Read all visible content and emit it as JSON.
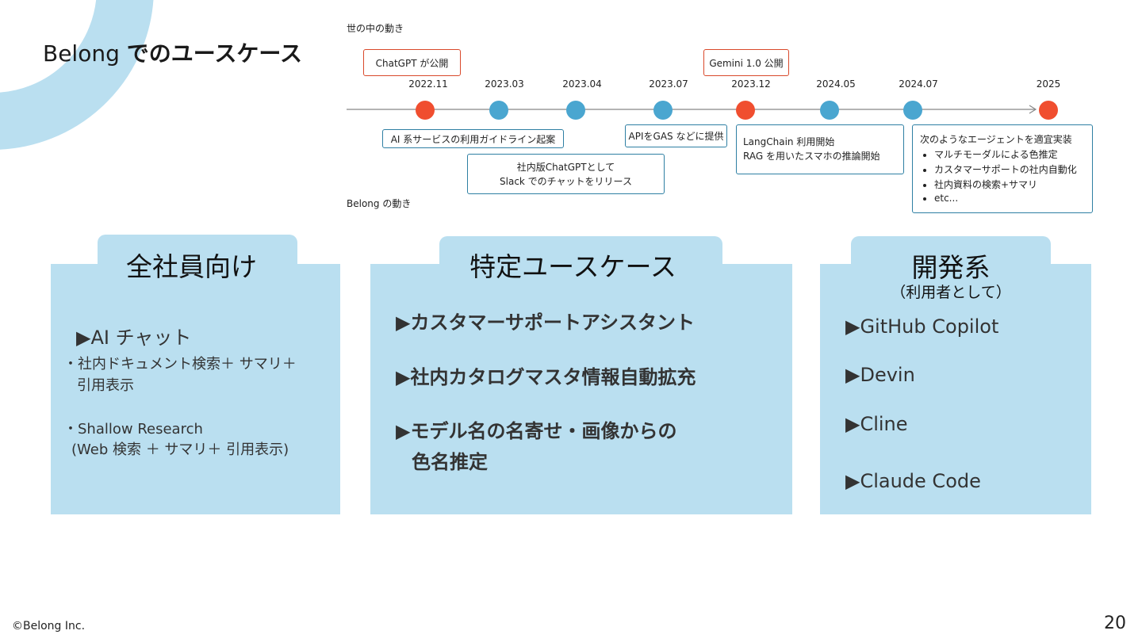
{
  "title": {
    "latin": "Belong",
    "jp": "でのユースケース"
  },
  "timeline": {
    "world_label": "世の中の動き",
    "belong_label": "Belong の動き",
    "dates": [
      "2022.11",
      "2023.03",
      "2023.04",
      "2023.07",
      "2023.12",
      "2024.05",
      "2024.07",
      "2025"
    ],
    "world_events": [
      "ChatGPT が公開",
      "Gemini 1.0 公開"
    ],
    "belong_events": {
      "guideline": "AI 系サービスの利用ガイドライン起案",
      "internal_gpt": [
        "社内版ChatGPTとして",
        "Slack でのチャットをリリース"
      ],
      "gas": "APIをGAS などに提供",
      "langchain": [
        "LangChain 利用開始",
        "RAG を用いたスマホの推論開始"
      ],
      "agents": {
        "heading": "次のようなエージェントを適宜実装",
        "items": [
          "マルチモーダルによる色推定",
          "カスタマーサポートの社内自動化",
          "社内資料の検索+サマリ",
          "etc..."
        ]
      }
    },
    "colors": {
      "world": "#f04e2f",
      "belong": "#4aa6d0"
    }
  },
  "cards": {
    "all": {
      "title": "全社員向け",
      "main": "▶AI チャット",
      "sub1": [
        "・社内ドキュメント検索＋ サマリ＋",
        "引用表示"
      ],
      "sub2": [
        "・Shallow Research",
        "(Web 検索 ＋ サマリ＋ 引用表示)"
      ]
    },
    "specific": {
      "title": "特定ユースケース",
      "items": [
        "▶カスタマーサポートアシスタント",
        "▶社内カタログマスタ情報自動拡充",
        "▶モデル名の名寄せ・画像からの",
        "色名推定"
      ]
    },
    "dev": {
      "title": "開発系",
      "subtitle": "（利用者として）",
      "items": [
        "▶GitHub Copilot",
        "▶Devin",
        "▶Cline",
        "▶Claude Code"
      ]
    }
  },
  "footer": {
    "copyright": "©Belong Inc.",
    "page": "20"
  }
}
